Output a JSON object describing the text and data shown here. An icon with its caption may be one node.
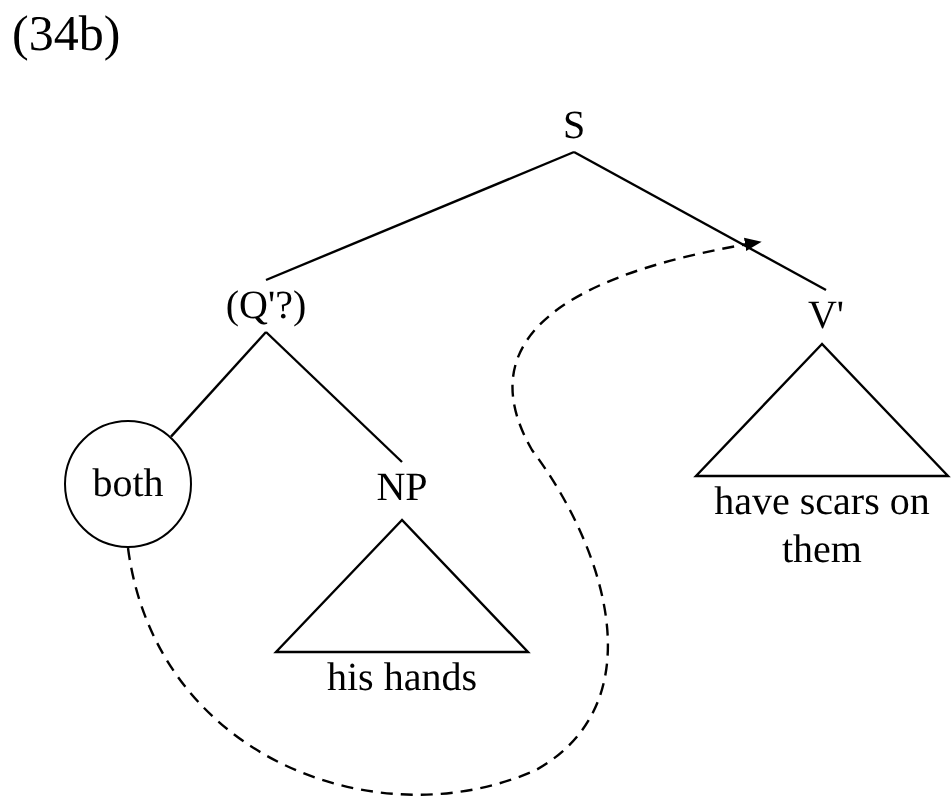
{
  "diagram": {
    "nodes": [
      {
        "text": [
          "S"
        ]
      },
      {
        "text": [
          "(Q'?)"
        ]
      },
      {
        "text": [
          "V'"
        ]
      },
      {
        "text": [
          "both"
        ]
      },
      {
        "text": [
          "NP"
        ]
      },
      {
        "text": [
          "his hands"
        ]
      },
      {
        "text": [
          "have scars on them"
        ]
      }
    ],
    "edges": [
      {
        "from": 0,
        "to": 1,
        "arrow": "none"
      },
      {
        "from": 0,
        "to": 2,
        "arrow": "none"
      },
      {
        "from": 1,
        "to": 3,
        "arrow": "none"
      },
      {
        "from": 1,
        "to": 4,
        "arrow": "none"
      },
      {
        "from": 3,
        "to": null,
        "arrow": "to",
        "style": "dashed"
      }
    ],
    "labels": [
      "(34b)"
    ]
  }
}
